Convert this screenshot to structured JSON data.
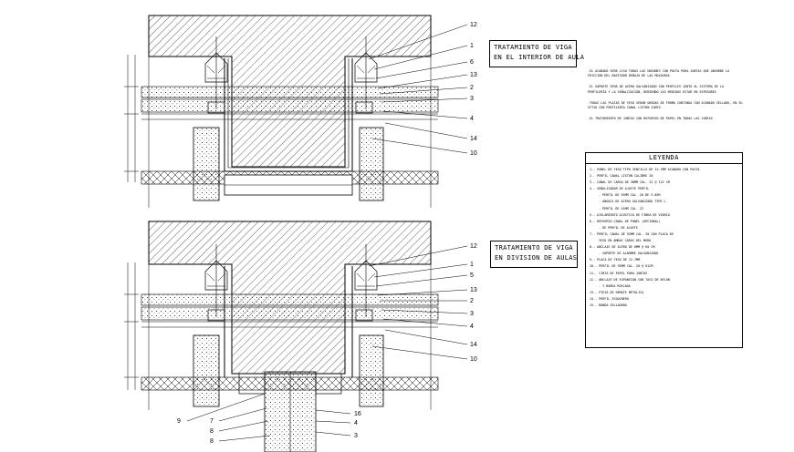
{
  "detail_top": {
    "title_line1": "TRATAMIENTO DE VIGA",
    "title_line2": "EN EL INTERIOR DE AULA",
    "callouts_right": [
      "12",
      "1",
      "6",
      "13",
      "2",
      "3",
      "4",
      "14",
      "10"
    ]
  },
  "detail_bottom": {
    "title_line1": "TRATAMIENTO DE VIGA",
    "title_line2": "EN DIVISION DE AULAS",
    "callouts_right": [
      "12",
      "1",
      "5",
      "13",
      "2",
      "3",
      "4",
      "14",
      "10"
    ],
    "callouts_bottom_left": [
      "9",
      "7",
      "8",
      "8"
    ],
    "callouts_bottom_right": [
      "16",
      "4",
      "3"
    ]
  },
  "notes": [
    "-EL ACABADO SERÁ LISO TODAS LAS UNIONES CON PASTA PARA JUNTAS QUE ABSORBE LA FRICCIÓN DEL BASTIDOR DEBAJO DE LAS MOLDURAS",
    "-EL SOPORTE SERÁ DE ACERO GALVANIZADO CON PERFILES JUNTO AL SISTEMA DE LA PERFILERÍA Y LA SEÑALIZACIÓN, DEBIENDO LAS MEDIDAS ESTAR EN ESPESORES",
    "-TODAS LAS PLACAS DE YESO SERÁN UNIDAS DE FORMA CONTINUA CON ACABADO SELLADO, EN SU SITIO CON PERFILERÍA CANAL LISTÓN JUNTO",
    "-EL TRATAMIENTO DE JUNTAS CON REFUERZO DE PAPEL EN TODAS LAS JUNTAS"
  ],
  "legend": {
    "title": "LEYENDA",
    "items": [
      {
        "text": "1.- PANEL DE YESO TIPO SENCILLO DE 12.7MM ACABADO CON PASTA",
        "sub": false
      },
      {
        "text": "2.- PERFIL CANAL LISTÓN CALIBRE 26",
        "sub": false
      },
      {
        "text": "3.- CANAL DE CARGA DE 38MM CAL. 22 @ 122 CM",
        "sub": false
      },
      {
        "text": "4.- SEÑALIZADOR DE AJUSTE PERFIL",
        "sub": false
      },
      {
        "text": "- PERFIL DE 92MM CAL. 20 DE 3.05M",
        "sub": true
      },
      {
        "text": "- ANGULO DE ACERO GALVANIZADO TIPO L",
        "sub": true
      },
      {
        "text": "- PERFIL DE 41MM CAL. 22",
        "sub": true
      },
      {
        "text": "5.- AISLAMIENTO ACÚSTICO DE FIBRA DE VIDRIO",
        "sub": false
      },
      {
        "text": "6.- REFUERZO CANAL DE PANEL (OPCIONAL)",
        "sub": false
      },
      {
        "text": "- DE PERFIL DE AJUSTE",
        "sub": true
      },
      {
        "text": "7.- PERFIL CANAL DE 92MM CAL. 20 CON PLACA DE",
        "sub": false
      },
      {
        "text": "YESO EN AMBAS CARAS DEL MURO",
        "sub": true
      },
      {
        "text": "8.- ANCLAJE DE ACERO DE 6MM @ 60 CM",
        "sub": false
      },
      {
        "text": "- SOPORTE DE ALAMBRE GALVANIZADO",
        "sub": true
      },
      {
        "text": "9.- PLACA DE YESO DE 12.7MM",
        "sub": false
      },
      {
        "text": "10.- PERFIL DE 92MM CAL. 20 @ 61CM",
        "sub": false
      },
      {
        "text": "11.- CINTA DE PAPEL PARA JUNTAS",
        "sub": false
      },
      {
        "text": "12.- ANCLAJE DE EXPANSIÓN CON TACO DE NYLON",
        "sub": false
      },
      {
        "text": "- Y BARRA ROSCADA",
        "sub": true
      },
      {
        "text": "13.- PIEZA DE REMATE METÁLICA",
        "sub": false
      },
      {
        "text": "14.- PERFIL ESQUINERO",
        "sub": false
      },
      {
        "text": "15.- BANDA SELLADORA",
        "sub": false
      }
    ]
  },
  "colors": {
    "line": "#000000",
    "background": "#ffffff"
  }
}
